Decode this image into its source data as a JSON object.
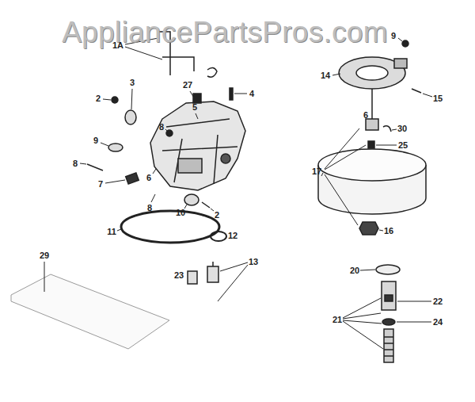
{
  "diagram": {
    "labels": [
      "AppliancePartsPros.com",
      "1A",
      "9",
      "14",
      "15",
      "3",
      "27",
      "2",
      "4",
      "5",
      "9",
      "8",
      "8",
      "7",
      "6",
      "8",
      "10",
      "2",
      "11",
      "12",
      "13",
      "23",
      "29",
      "6",
      "30",
      "25",
      "17",
      "16",
      "20",
      "21",
      "22",
      "24"
    ]
  }
}
